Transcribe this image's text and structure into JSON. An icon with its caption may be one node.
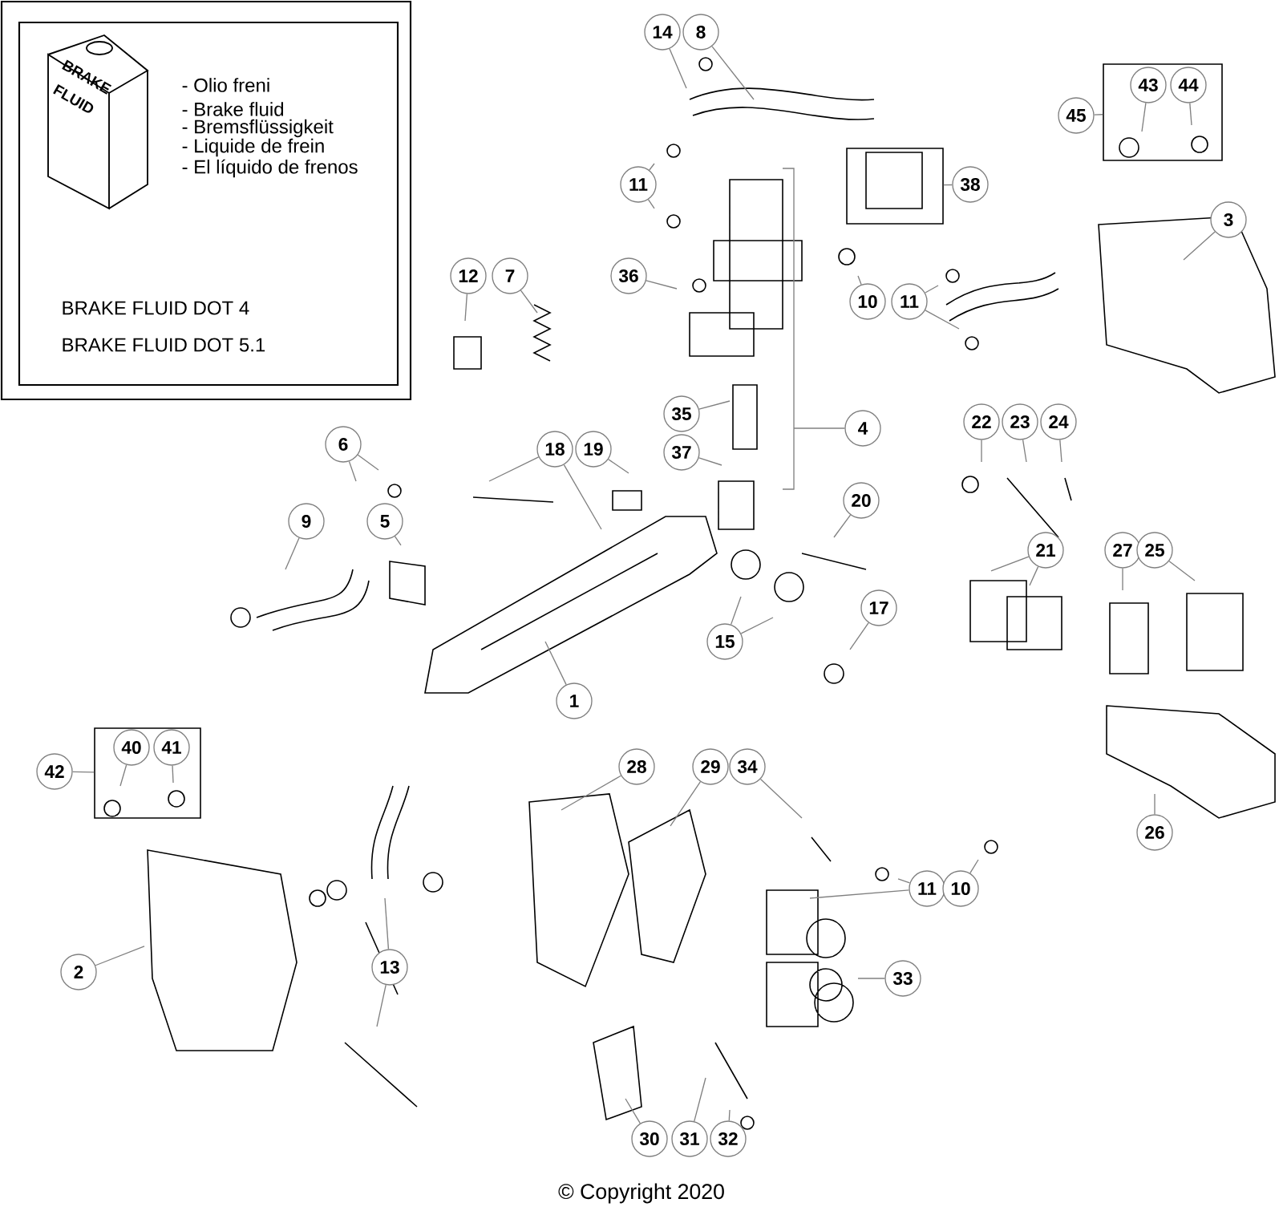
{
  "diagram": {
    "nodes": [
      {
        "text": [
          "BRAKE FLUID",
          "- Olio freni",
          "- Brake fluid",
          "- Bremsflüssigkeit",
          "- Liquide de frein",
          "- El líquido de frenos",
          "BRAKE FLUID DOT 4",
          "BRAKE FLUID DOT 5.1"
        ]
      },
      {
        "text": [
          "14"
        ]
      },
      {
        "text": [
          "8"
        ]
      },
      {
        "text": [],
        "shape": "box"
      },
      {
        "text": [
          "43"
        ],
        "in": 3
      },
      {
        "text": [
          "44"
        ],
        "in": 3
      },
      {
        "text": [
          "45"
        ]
      },
      {
        "text": [
          "11"
        ]
      },
      {
        "text": [],
        "shape": "box"
      },
      {
        "text": [
          "38"
        ]
      },
      {
        "text": [
          "3"
        ]
      },
      {
        "text": [
          "12"
        ]
      },
      {
        "text": [
          "7"
        ]
      },
      {
        "text": [
          "36"
        ]
      },
      {
        "text": [
          "10"
        ]
      },
      {
        "text": [
          "11"
        ]
      },
      {
        "text": [
          "35"
        ]
      },
      {
        "text": [
          "22"
        ]
      },
      {
        "text": [
          "23"
        ]
      },
      {
        "text": [
          "24"
        ]
      },
      {
        "text": [
          "4"
        ]
      },
      {
        "text": [
          "6"
        ]
      },
      {
        "text": [
          "18"
        ]
      },
      {
        "text": [
          "19"
        ]
      },
      {
        "text": [
          "37"
        ]
      },
      {
        "text": [
          "20"
        ]
      },
      {
        "text": [
          "9"
        ]
      },
      {
        "text": [
          "5"
        ]
      },
      {
        "text": [
          "21"
        ]
      },
      {
        "text": [
          "27"
        ]
      },
      {
        "text": [
          "25"
        ]
      },
      {
        "text": [
          "17"
        ]
      },
      {
        "text": [
          "15"
        ]
      },
      {
        "text": [
          "1"
        ]
      },
      {
        "text": [],
        "shape": "box"
      },
      {
        "text": [
          "40"
        ],
        "in": 34
      },
      {
        "text": [
          "41"
        ],
        "in": 34
      },
      {
        "text": [
          "28"
        ]
      },
      {
        "text": [
          "29"
        ]
      },
      {
        "text": [
          "34"
        ]
      },
      {
        "text": [
          "42"
        ]
      },
      {
        "text": [
          "26"
        ]
      },
      {
        "text": [
          "11"
        ]
      },
      {
        "text": [
          "10"
        ]
      },
      {
        "text": [
          "13"
        ]
      },
      {
        "text": [
          "2"
        ]
      },
      {
        "text": [
          "33"
        ]
      },
      {
        "text": [
          "30"
        ]
      },
      {
        "text": [
          "31"
        ]
      },
      {
        "text": [
          "32"
        ]
      }
    ],
    "edges": [
      {
        "from": 1,
        "to": null,
        "arrow": "none"
      },
      {
        "from": 2,
        "to": null,
        "arrow": "none"
      },
      {
        "from": 4,
        "to": null,
        "arrow": "none"
      },
      {
        "from": 5,
        "to": null,
        "arrow": "none"
      },
      {
        "from": 6,
        "to": 3,
        "arrow": "none"
      },
      {
        "from": 7,
        "to": null,
        "arrow": "none"
      },
      {
        "from": 7,
        "to": null,
        "arrow": "none"
      },
      {
        "from": 9,
        "to": 8,
        "arrow": "none"
      },
      {
        "from": 10,
        "to": null,
        "arrow": "none"
      },
      {
        "from": 11,
        "to": null,
        "arrow": "none"
      },
      {
        "from": 12,
        "to": null,
        "arrow": "none"
      },
      {
        "from": 13,
        "to": null,
        "arrow": "none"
      },
      {
        "from": 14,
        "to": null,
        "arrow": "none"
      },
      {
        "from": 15,
        "to": null,
        "arrow": "none"
      },
      {
        "from": 15,
        "to": null,
        "arrow": "none"
      },
      {
        "from": 16,
        "to": null,
        "arrow": "none"
      },
      {
        "from": 17,
        "to": null,
        "arrow": "none"
      },
      {
        "from": 18,
        "to": null,
        "arrow": "none"
      },
      {
        "from": 19,
        "to": null,
        "arrow": "none"
      },
      {
        "from": 20,
        "to": null,
        "arrow": "none"
      },
      {
        "from": 21,
        "to": null,
        "arrow": "none"
      },
      {
        "from": 21,
        "to": null,
        "arrow": "none"
      },
      {
        "from": 22,
        "to": null,
        "arrow": "none"
      },
      {
        "from": 22,
        "to": null,
        "arrow": "none"
      },
      {
        "from": 23,
        "to": null,
        "arrow": "none"
      },
      {
        "from": 24,
        "to": null,
        "arrow": "none"
      },
      {
        "from": 25,
        "to": null,
        "arrow": "none"
      },
      {
        "from": 26,
        "to": null,
        "arrow": "none"
      },
      {
        "from": 27,
        "to": null,
        "arrow": "none"
      },
      {
        "from": 28,
        "to": null,
        "arrow": "none"
      },
      {
        "from": 28,
        "to": null,
        "arrow": "none"
      },
      {
        "from": 29,
        "to": null,
        "arrow": "none"
      },
      {
        "from": 30,
        "to": null,
        "arrow": "none"
      },
      {
        "from": 31,
        "to": null,
        "arrow": "none"
      },
      {
        "from": 32,
        "to": null,
        "arrow": "none"
      },
      {
        "from": 32,
        "to": null,
        "arrow": "none"
      },
      {
        "from": 33,
        "to": null,
        "arrow": "none"
      },
      {
        "from": 35,
        "to": null,
        "arrow": "none"
      },
      {
        "from": 36,
        "to": null,
        "arrow": "none"
      },
      {
        "from": 37,
        "to": null,
        "arrow": "none"
      },
      {
        "from": 38,
        "to": null,
        "arrow": "none"
      },
      {
        "from": 39,
        "to": null,
        "arrow": "none"
      },
      {
        "from": 40,
        "to": 34,
        "arrow": "none"
      },
      {
        "from": 41,
        "to": null,
        "arrow": "none"
      },
      {
        "from": 42,
        "to": null,
        "arrow": "none"
      },
      {
        "from": 42,
        "to": null,
        "arrow": "none"
      },
      {
        "from": 43,
        "to": null,
        "arrow": "none"
      },
      {
        "from": 44,
        "to": null,
        "arrow": "none"
      },
      {
        "from": 44,
        "to": null,
        "arrow": "none"
      },
      {
        "from": 45,
        "to": null,
        "arrow": "none"
      },
      {
        "from": 46,
        "to": null,
        "arrow": "none"
      },
      {
        "from": 47,
        "to": null,
        "arrow": "none"
      },
      {
        "from": 48,
        "to": null,
        "arrow": "none"
      },
      {
        "from": 49,
        "to": null,
        "arrow": "none"
      }
    ],
    "labels": [
      "© Copyright 2020"
    ]
  }
}
